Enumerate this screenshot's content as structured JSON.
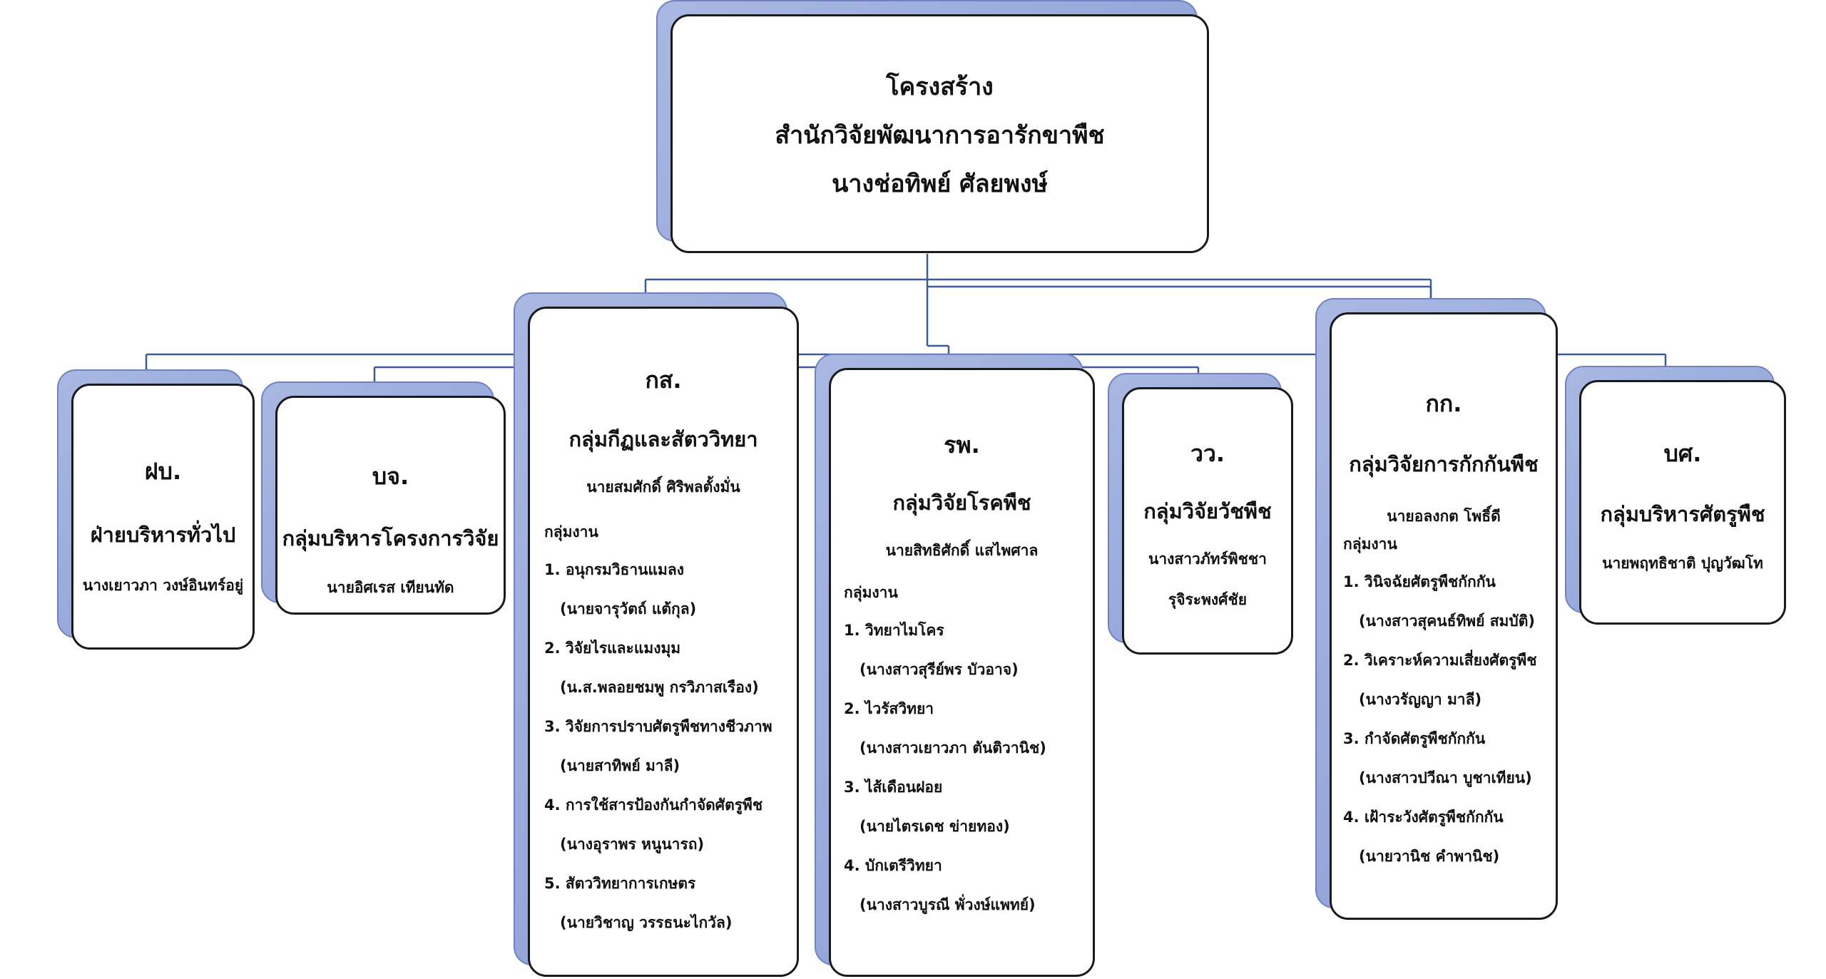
{
  "top": {
    "line1": "โครงสร้าง",
    "line2": "สำนักวิจัยพัฒนาการอารักขาพืช",
    "line3": "นางช่อทิพย์ ศัลยพงษ์"
  },
  "groups": {
    "fp": {
      "abbr": "ฝบ.",
      "name": "ฝ่ายบริหารทั่วไป",
      "head": "นางเยาวภา วงษ์อินทร์อยู่"
    },
    "bj": {
      "abbr": "บจ.",
      "name": "กลุ่มบริหารโครงการวิจัย",
      "head": "นายอิศเรส เทียนทัด"
    },
    "ks": {
      "abbr": "กส.",
      "name": "กลุ่มกีฏและสัตววิทยา",
      "head": "นายสมศักดิ์  ศิริพลตั้งมั่น",
      "task_label": "กลุ่มงาน",
      "tasks": [
        {
          "name": "1. อนุกรมวิธานแมลง",
          "person": "(นายจารุวัตถ์ แต้กุล)"
        },
        {
          "name": "2. วิจัยไรและแมงมุม",
          "person": "(น.ส.พลอยชมพู กรวิภาสเรือง)"
        },
        {
          "name": "3. วิจัยการปราบศัตรูพืชทางชีวภาพ",
          "person": "(นายสาทิพย์ มาลี)"
        },
        {
          "name": "4. การใช้สารป้องกันกำจัดศัตรูพืช",
          "person": "(นางอุราพร หนูนารถ)"
        },
        {
          "name": "5. สัตววิทยาการเกษตร",
          "person": "(นายวิชาญ วรรธนะไกวัล)"
        }
      ]
    },
    "rp": {
      "abbr": "รพ.",
      "name": "กลุ่มวิจัยโรคพืช",
      "head": "นายสิทธิศักดิ์ แสไพศาล",
      "task_label": "กลุ่มงาน",
      "tasks": [
        {
          "name": "1. วิทยาไมโคร",
          "person": "(นางสาวสุรีย์พร บัวอาจ)"
        },
        {
          "name": "2. ไวรัสวิทยา",
          "person": "(นางสาวเยาวภา ตันติวานิช)"
        },
        {
          "name": "3. ไส้เดือนฝอย",
          "person": "(นายไตรเดช ข่ายทอง)"
        },
        {
          "name": "4. บักเตรีวิทยา",
          "person": "(นางสาวบูรณี พั่วงษ์แพทย์)"
        }
      ]
    },
    "ww": {
      "abbr": "วว.",
      "name": "กลุ่มวิจัยวัชพืช",
      "head1": "นางสาวภัทร์พิชชา",
      "head2": "รุจิระพงศ์ชัย"
    },
    "kk": {
      "abbr": "กก.",
      "name": "กลุ่มวิจัยการกักกันพืช",
      "head": "นายอลงกต โพธิ์ดี",
      "task_label": "กลุ่มงาน",
      "tasks": [
        {
          "name": "1. วินิจฉัยศัตรูพืชกักกัน",
          "person": "(นางสาวสุคนธ์ทิพย์ สมบัติ)"
        },
        {
          "name": "2. วิเคราะห์ความเสี่ยงศัตรูพืช",
          "person": "(นางวรัญญา  มาลี)"
        },
        {
          "name": "3. กำจัดศัตรูพืชกักกัน",
          "person": "(นางสาวปวีณา บูชาเทียน)"
        },
        {
          "name": "4. เฝ้าระวังศัตรูพืชกักกัน",
          "person": "(นายวานิช คำพานิช)"
        }
      ]
    },
    "bs": {
      "abbr": "บศ.",
      "name": "กลุ่มบริหารศัตรูพืช",
      "head": "นายพฤทธิชาติ ปุญวัฒโท"
    }
  }
}
